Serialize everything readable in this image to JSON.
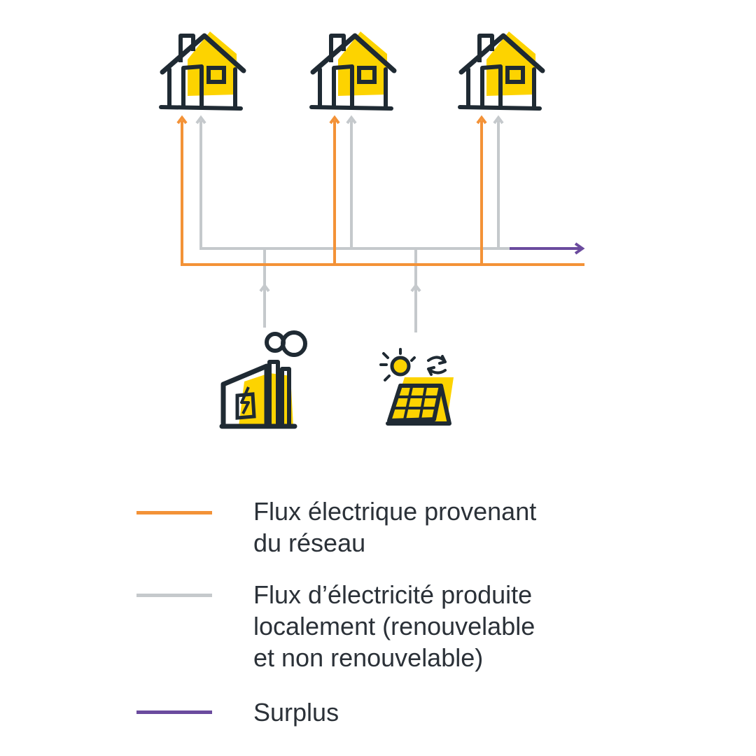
{
  "colors": {
    "grid_flow": "#f39237",
    "local_flow": "#c5c9cc",
    "surplus": "#6b4b9e",
    "icon_fill": "#fdd300",
    "icon_stroke": "#1f2a33",
    "text": "#2b3138"
  },
  "diagram": {
    "icons": [
      "house-icon",
      "house-icon",
      "house-icon",
      "power-plant-icon",
      "solar-panel-icon"
    ]
  },
  "legend": [
    {
      "key": "grid_flow",
      "text": "Flux électrique provenant\ndu réseau"
    },
    {
      "key": "local_flow",
      "text": "Flux d’électricité produite\nlocalement (renouvelable\net non renouvelable)"
    },
    {
      "key": "surplus",
      "text": "Surplus"
    }
  ]
}
